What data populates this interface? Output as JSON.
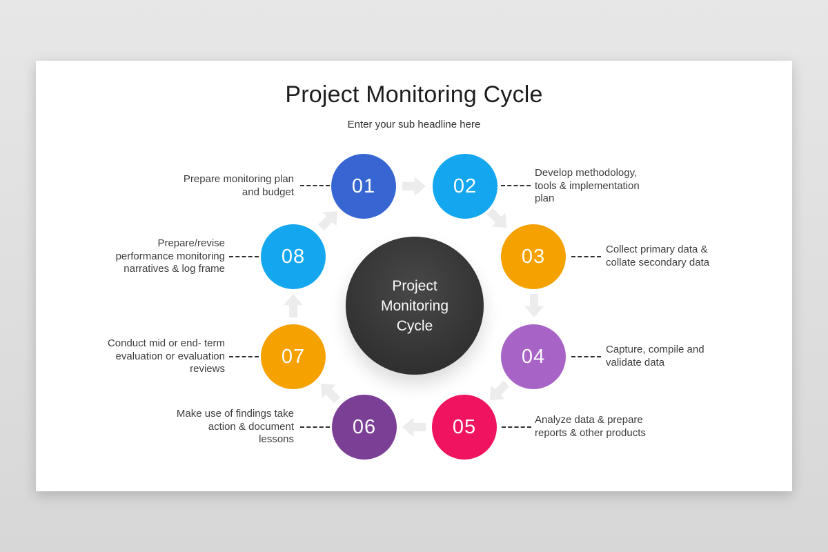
{
  "slide": {
    "title": "Project Monitoring Cycle",
    "subtitle": "Enter your sub headline here",
    "center_label": "Project\nMonitoring\nCycle"
  },
  "colors": {
    "center_top": "#484848",
    "center_bottom": "#282828",
    "arrow": "#ececec",
    "slide_background": "#ffffff",
    "page_background": "#dedede",
    "dash_line": "#2e2e2e",
    "label_text": "#3d3d3d",
    "title_text": "#1d1d1d"
  },
  "steps": [
    {
      "number": "01",
      "color": "#3766d3",
      "label": "Prepare monitoring plan\nand budget"
    },
    {
      "number": "02",
      "color": "#14a7ef",
      "label": "Develop methodology,\ntools & implementation\nplan"
    },
    {
      "number": "03",
      "color": "#f5a100",
      "label": "Collect primary data &\ncollate secondary data"
    },
    {
      "number": "04",
      "color": "#a763c6",
      "label": "Capture, compile and\nvalidate data"
    },
    {
      "number": "05",
      "color": "#f0135f",
      "label": "Analyze data & prepare\nreports & other products"
    },
    {
      "number": "06",
      "color": "#7b3f95",
      "label": "Make use of findings take\naction & document\nlessons"
    },
    {
      "number": "07",
      "color": "#f5a100",
      "label": "Conduct mid or end- term\nevaluation or evaluation\nreviews"
    },
    {
      "number": "08",
      "color": "#14a7ef",
      "label": "Prepare/revise\nperformance monitoring\nnarratives & log frame"
    }
  ]
}
